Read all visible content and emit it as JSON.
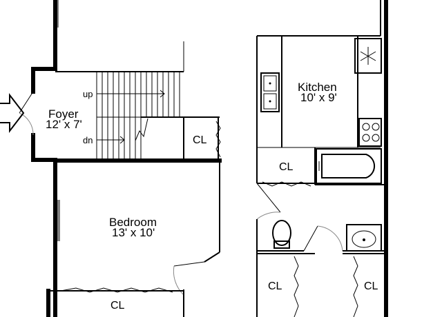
{
  "rooms": {
    "foyer": {
      "name": "Foyer",
      "dims": "12' x 7'"
    },
    "kitchen": {
      "name": "Kitchen",
      "dims": "10' x 9'"
    },
    "bedroom": {
      "name": "Bedroom",
      "dims": "13' x 10'"
    }
  },
  "stairs": {
    "up_label": "up",
    "down_label": "dn"
  },
  "closets": {
    "foyer_closet": "CL",
    "kitchen_closet": "CL",
    "bedroom_closet": "CL",
    "hall_closet_left": "CL",
    "hall_closet_right": "CL"
  },
  "icons": [
    "entry-arrow-icon",
    "snowflake-icon",
    "stove-burner-icon",
    "sink-icon",
    "toilet-icon",
    "bathtub-icon"
  ]
}
